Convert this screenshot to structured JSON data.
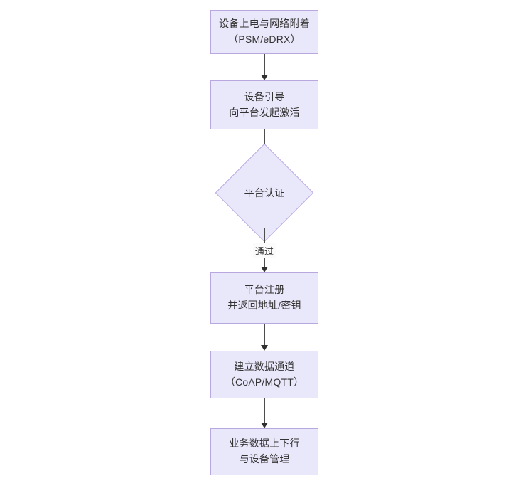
{
  "diagram": {
    "type": "flowchart",
    "orientation": "top-to-bottom",
    "title": "",
    "palette": {
      "node_fill": "#e9e7fa",
      "node_border": "#b9a8e0",
      "connector": "#4d4d4d",
      "text": "#333333",
      "background": "#ffffff"
    },
    "nodes": [
      {
        "id": "power-on",
        "shape": "rectangle",
        "lines": [
          "设备上电与网络附着",
          "（PSM/eDRX）"
        ]
      },
      {
        "id": "bootstrap",
        "shape": "rectangle",
        "lines": [
          "设备引导",
          "向平台发起激活"
        ]
      },
      {
        "id": "platform-auth",
        "shape": "diamond",
        "lines": [
          "平台认证"
        ]
      },
      {
        "id": "platform-register",
        "shape": "rectangle",
        "lines": [
          "平台注册",
          "并返回地址/密钥"
        ]
      },
      {
        "id": "data-channel",
        "shape": "rectangle",
        "lines": [
          "建立数据通道",
          "（CoAP/MQTT）"
        ]
      },
      {
        "id": "service-data",
        "shape": "rectangle",
        "lines": [
          "业务数据上下行",
          "与设备管理"
        ]
      }
    ],
    "edges": [
      {
        "id": "e1",
        "from": "power-on",
        "to": "bootstrap",
        "label": ""
      },
      {
        "id": "e2",
        "from": "bootstrap",
        "to": "platform-auth",
        "label": ""
      },
      {
        "id": "e3",
        "from": "platform-auth",
        "to": "platform-register",
        "label": "通过"
      },
      {
        "id": "e4",
        "from": "platform-register",
        "to": "data-channel",
        "label": ""
      },
      {
        "id": "e5",
        "from": "data-channel",
        "to": "service-data",
        "label": ""
      }
    ]
  }
}
